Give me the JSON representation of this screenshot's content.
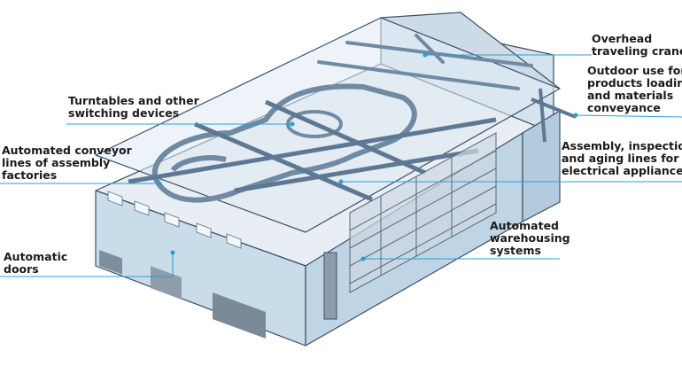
{
  "callouts": {
    "cranes": {
      "lines": [
        "Overhead",
        "traveling cranes"
      ]
    },
    "outdoor": {
      "lines": [
        "Outdoor use for",
        "products loading",
        "and materials",
        "conveyance"
      ]
    },
    "turntables": {
      "lines": [
        "Turntables and other",
        "switching devices"
      ]
    },
    "conveyor": {
      "lines": [
        "Automated conveyor",
        "lines of assembly",
        "factories"
      ]
    },
    "assembly": {
      "lines": [
        "Assembly, inspection",
        "and aging lines for",
        "electrical appliances"
      ]
    },
    "warehousing": {
      "lines": [
        "Automated",
        "warehousing",
        "systems"
      ]
    },
    "doors": {
      "lines": [
        "Automatic",
        "doors"
      ]
    }
  },
  "colors": {
    "leader": "#2a9fd6",
    "wall": "#c9dcea",
    "roof": "#dfe9f2",
    "floor": "#e8eef4",
    "rail": "#6f8aa3",
    "outline": "#3c4f63"
  }
}
